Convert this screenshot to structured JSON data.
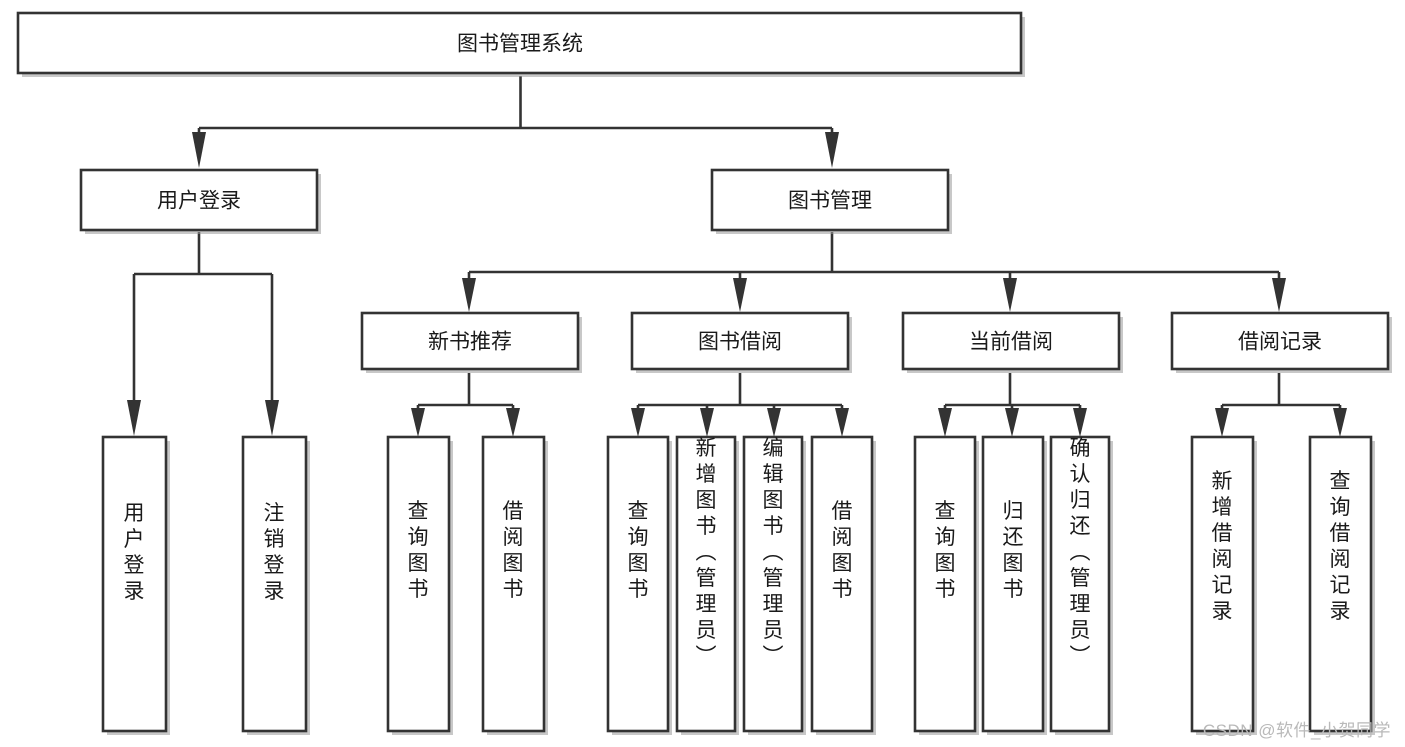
{
  "diagram": {
    "title": "图书管理系统",
    "type": "hierarchy-tree",
    "watermark": "CSDN @软件_小贺同学",
    "colors": {
      "box_stroke": "#333333",
      "box_fill": "#ffffff",
      "connector": "#333333",
      "text": "#1a1a1a",
      "watermark": "#b9b9b9",
      "background": "#ffffff"
    },
    "levels": {
      "level1": [
        {
          "id": "root",
          "label": "图书管理系统"
        }
      ],
      "level2": [
        {
          "id": "user-login",
          "label": "用户登录",
          "parent": "root"
        },
        {
          "id": "book-manage",
          "label": "图书管理",
          "parent": "root"
        }
      ],
      "level3": [
        {
          "id": "new-book-recommend",
          "label": "新书推荐",
          "parent": "book-manage"
        },
        {
          "id": "book-borrow",
          "label": "图书借阅",
          "parent": "book-manage"
        },
        {
          "id": "current-borrow",
          "label": "当前借阅",
          "parent": "book-manage"
        },
        {
          "id": "borrow-record",
          "label": "借阅记录",
          "parent": "book-manage"
        }
      ],
      "leaves": [
        {
          "id": "leaf-user-login",
          "label": "用户登录",
          "parent": "user-login"
        },
        {
          "id": "leaf-logout-login",
          "label": "注销登录",
          "parent": "user-login"
        },
        {
          "id": "leaf-query-book-1",
          "label": "查询图书",
          "parent": "new-book-recommend"
        },
        {
          "id": "leaf-borrow-book-1",
          "label": "借阅图书",
          "parent": "new-book-recommend"
        },
        {
          "id": "leaf-query-book-2",
          "label": "查询图书",
          "parent": "book-borrow"
        },
        {
          "id": "leaf-add-book",
          "label": "新增图书（管理员）",
          "parent": "book-borrow"
        },
        {
          "id": "leaf-edit-book",
          "label": "编辑图书（管理员）",
          "parent": "book-borrow"
        },
        {
          "id": "leaf-borrow-book-2",
          "label": "借阅图书",
          "parent": "book-borrow"
        },
        {
          "id": "leaf-query-book-3",
          "label": "查询图书",
          "parent": "current-borrow"
        },
        {
          "id": "leaf-return-book",
          "label": "归还图书",
          "parent": "current-borrow"
        },
        {
          "id": "leaf-confirm-return",
          "label": "确认归还（管理员）",
          "parent": "current-borrow"
        },
        {
          "id": "leaf-add-record",
          "label": "新增借阅记录",
          "parent": "borrow-record"
        },
        {
          "id": "leaf-query-record",
          "label": "查询借阅记录",
          "parent": "borrow-record"
        }
      ]
    }
  }
}
